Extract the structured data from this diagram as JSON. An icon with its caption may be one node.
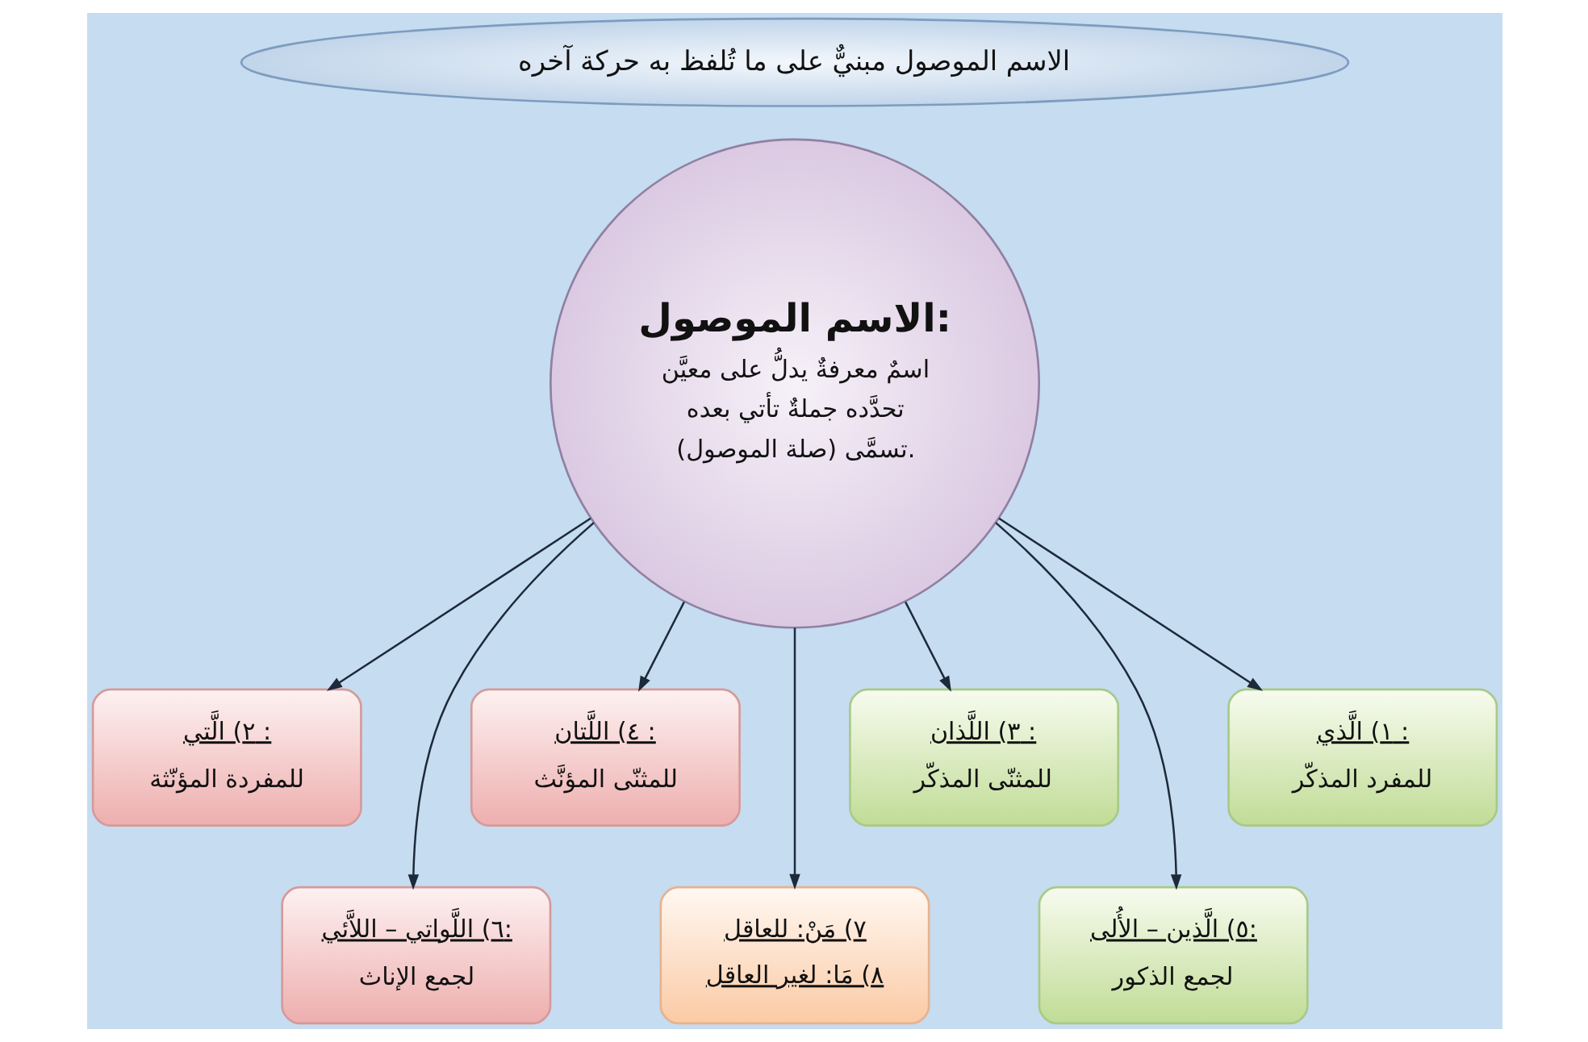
{
  "diagram": {
    "nodes": [
      {
        "text": [
          "الاسم الموصول مبنيٌّ على ما تُلفظ به حركة آخره"
        ]
      },
      {
        "text": [
          "الاسم الموصول:",
          "اسمٌ معرفةٌ يدلُّ على معيَّن تحدَّده جملةٌ تأتي بعده تسمَّى (صلة الموصول)."
        ]
      },
      {
        "text": [
          "١) الَّذي :",
          "للمفرد المذكّر"
        ]
      },
      {
        "text": [
          "٢) الَّتي :",
          "للمفردة المؤنّثة"
        ]
      },
      {
        "text": [
          "٣) اللَّذان :",
          "للمثنّى المذكّر"
        ]
      },
      {
        "text": [
          "٤) اللَّتان :",
          "للمثنّى المؤنَّث"
        ]
      },
      {
        "text": [
          "٥) الَّذين – الأُلى:",
          "لجمع الذكور"
        ]
      },
      {
        "text": [
          "٦) اللَّواتي – اللاَّئي:",
          "لجمع الإناث"
        ]
      },
      {
        "text": [
          "٧) مَنْ: للعاقل",
          "٨) مَا: لغير العاقل"
        ]
      }
    ],
    "edges": [
      {
        "from": 1,
        "to": 3,
        "arrow": "to"
      },
      {
        "from": 1,
        "to": 7,
        "arrow": "to"
      },
      {
        "from": 1,
        "to": 5,
        "arrow": "to"
      },
      {
        "from": 1,
        "to": 8,
        "arrow": "to"
      },
      {
        "from": 1,
        "to": 4,
        "arrow": "to"
      },
      {
        "from": 1,
        "to": 6,
        "arrow": "to"
      },
      {
        "from": 1,
        "to": 2,
        "arrow": "to"
      }
    ]
  }
}
